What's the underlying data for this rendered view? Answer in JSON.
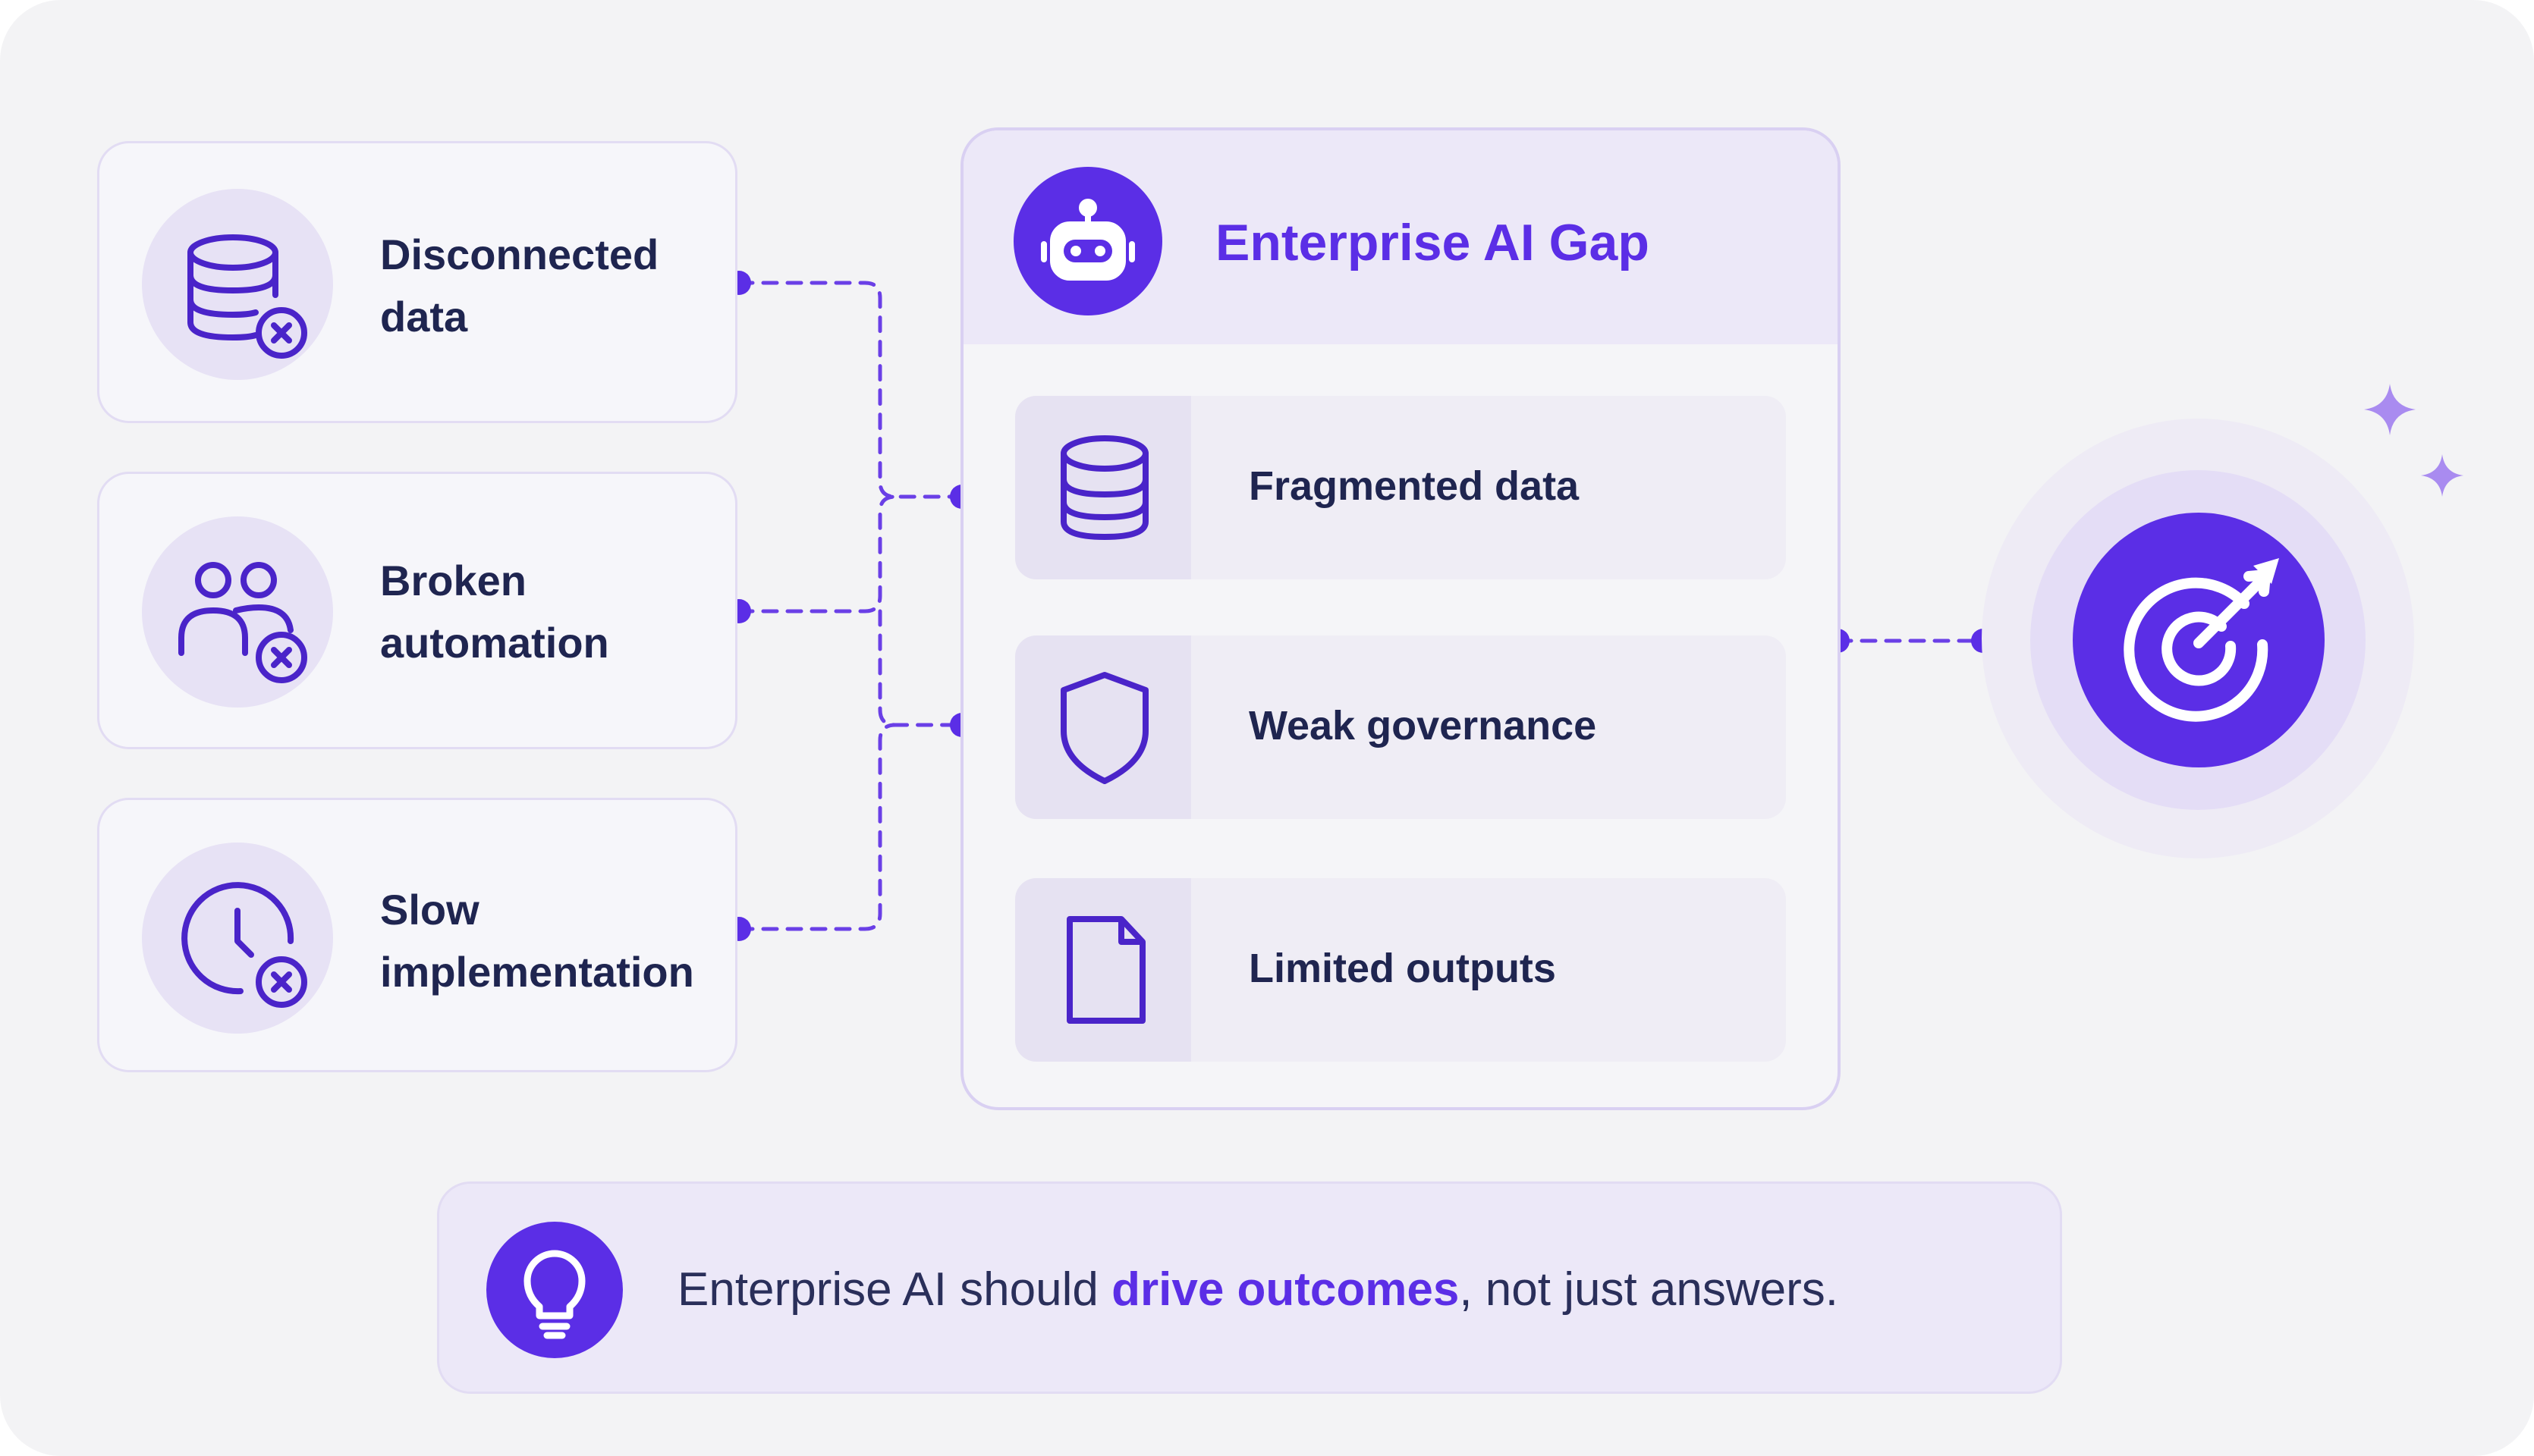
{
  "sources": [
    {
      "line1": "Disconnected",
      "line2": "data",
      "icon": "database-x-icon"
    },
    {
      "line1": "Broken",
      "line2": "automation",
      "icon": "users-x-icon"
    },
    {
      "line1": "Slow",
      "line2": "implementation",
      "icon": "clock-x-icon"
    }
  ],
  "panel": {
    "title": "Enterprise AI Gap",
    "icon": "robot-icon",
    "items": [
      {
        "label": "Fragmented data",
        "icon": "database-icon"
      },
      {
        "label": "Weak governance",
        "icon": "shield-icon"
      },
      {
        "label": "Limited outputs",
        "icon": "document-icon"
      }
    ]
  },
  "outcome": {
    "icon": "target-arrow-icon"
  },
  "insight": {
    "icon": "lightbulb-icon",
    "prefix": "Enterprise AI should ",
    "highlight": "drive outcomes",
    "suffix": ", not just answers."
  },
  "colors": {
    "accent": "#5b2ee6",
    "text": "#1f2550",
    "card_bg": "#f6f6fa",
    "circle_bg": "#e7e2f5",
    "border": "#d9d0f2",
    "background": "#f3f3f5"
  }
}
